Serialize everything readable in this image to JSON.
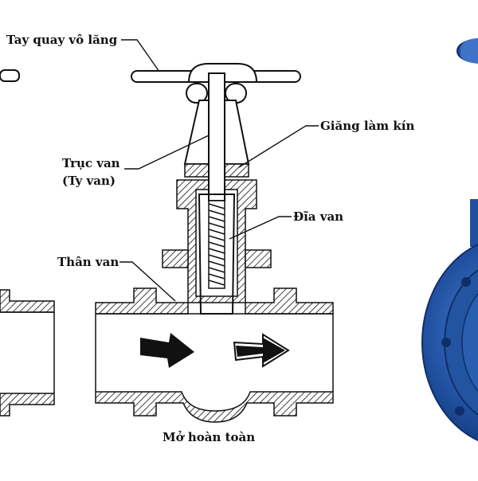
{
  "labels": {
    "handwheel": "Tay quay vô lăng",
    "seal": "Giăng làm kín",
    "stem_line1": "Trục van",
    "stem_line2": "(Ty van)",
    "disc": "Đĩa van",
    "body": "Thân van",
    "caption": "Mở hoàn toàn"
  },
  "colors": {
    "outline": "#111111",
    "hatch": "#111111",
    "arrow": "#111111",
    "valve_blue": "#1f4f9e",
    "valve_blue_dark": "#0f2f6a",
    "valve_blue_light": "#3f73c7"
  }
}
